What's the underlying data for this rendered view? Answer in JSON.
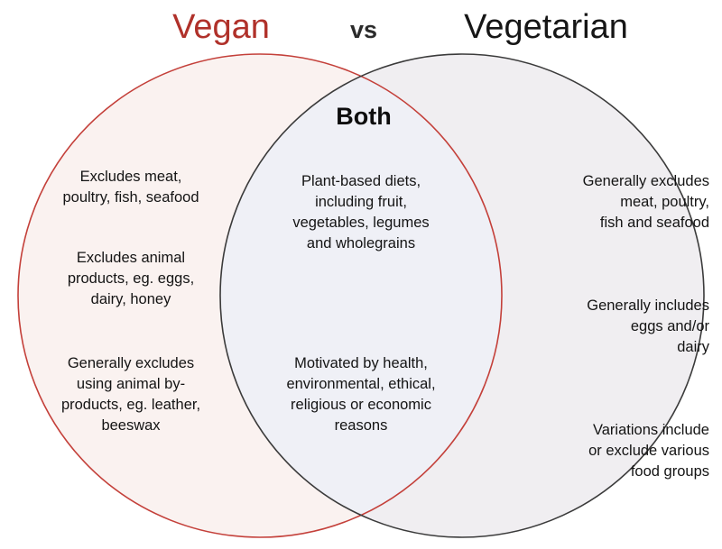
{
  "header": {
    "left_title": "Vegan",
    "versus_label": "vs",
    "right_title": "Vegetarian"
  },
  "diagram": {
    "type": "venn",
    "overlap_label": "Both",
    "left_circle": {
      "name": "Vegan",
      "fill_color": "#FAF2F0",
      "stroke_color": "#C4403A",
      "items": [
        "Excludes meat,\npoultry, fish, seafood",
        "Excludes animal\nproducts, eg. eggs,\ndairy, honey",
        "Generally excludes\nusing animal by-\nproducts, eg. leather,\nbeeswax"
      ]
    },
    "overlap": {
      "name": "Both",
      "fill_color": "#EFF0F6",
      "items": [
        "Plant-based diets,\nincluding fruit,\nvegetables, legumes\nand wholegrains",
        "Motivated by health,\nenvironmental, ethical,\nreligious or economic\nreasons"
      ]
    },
    "right_circle": {
      "name": "Vegetarian",
      "fill_color": "#F0EEF1",
      "stroke_color": "#3B3B3B",
      "items": [
        "Generally excludes\nmeat, poultry,\nfish and seafood",
        "Generally includes\neggs and/or\ndairy",
        "Variations include\nor exclude various\nfood groups"
      ]
    }
  },
  "colors": {
    "vegan_title": "#B0312A",
    "vegetarian_title": "#161616",
    "body_text": "#141414",
    "background": "#FFFFFF"
  }
}
